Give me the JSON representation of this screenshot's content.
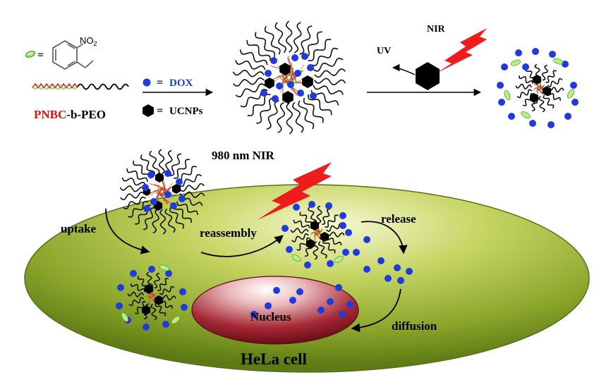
{
  "labels": {
    "no2": "NO",
    "no2_sub": "2",
    "eq": "=",
    "polymer_red": "PNBC",
    "polymer_black": "-b-PEO",
    "dox": "DOX",
    "ucnps": "UCNPs",
    "uv": "UV",
    "nir": "NIR",
    "nir_980": "980 nm NIR",
    "uptake": "uptake",
    "reassembly": "reassembly",
    "release": "release",
    "diffusion": "diffusion",
    "nucleus": "Nucleus",
    "cell": "HeLa cell"
  },
  "colors": {
    "dox_blue": "#1f3be0",
    "pnbc_red": "#e01010",
    "bolt_red": "#ee1c1c",
    "cell_green": "#8fb020",
    "nucleus_red": "#8e1320",
    "photo_green": "#9be36a",
    "core_red": "#d83030"
  }
}
